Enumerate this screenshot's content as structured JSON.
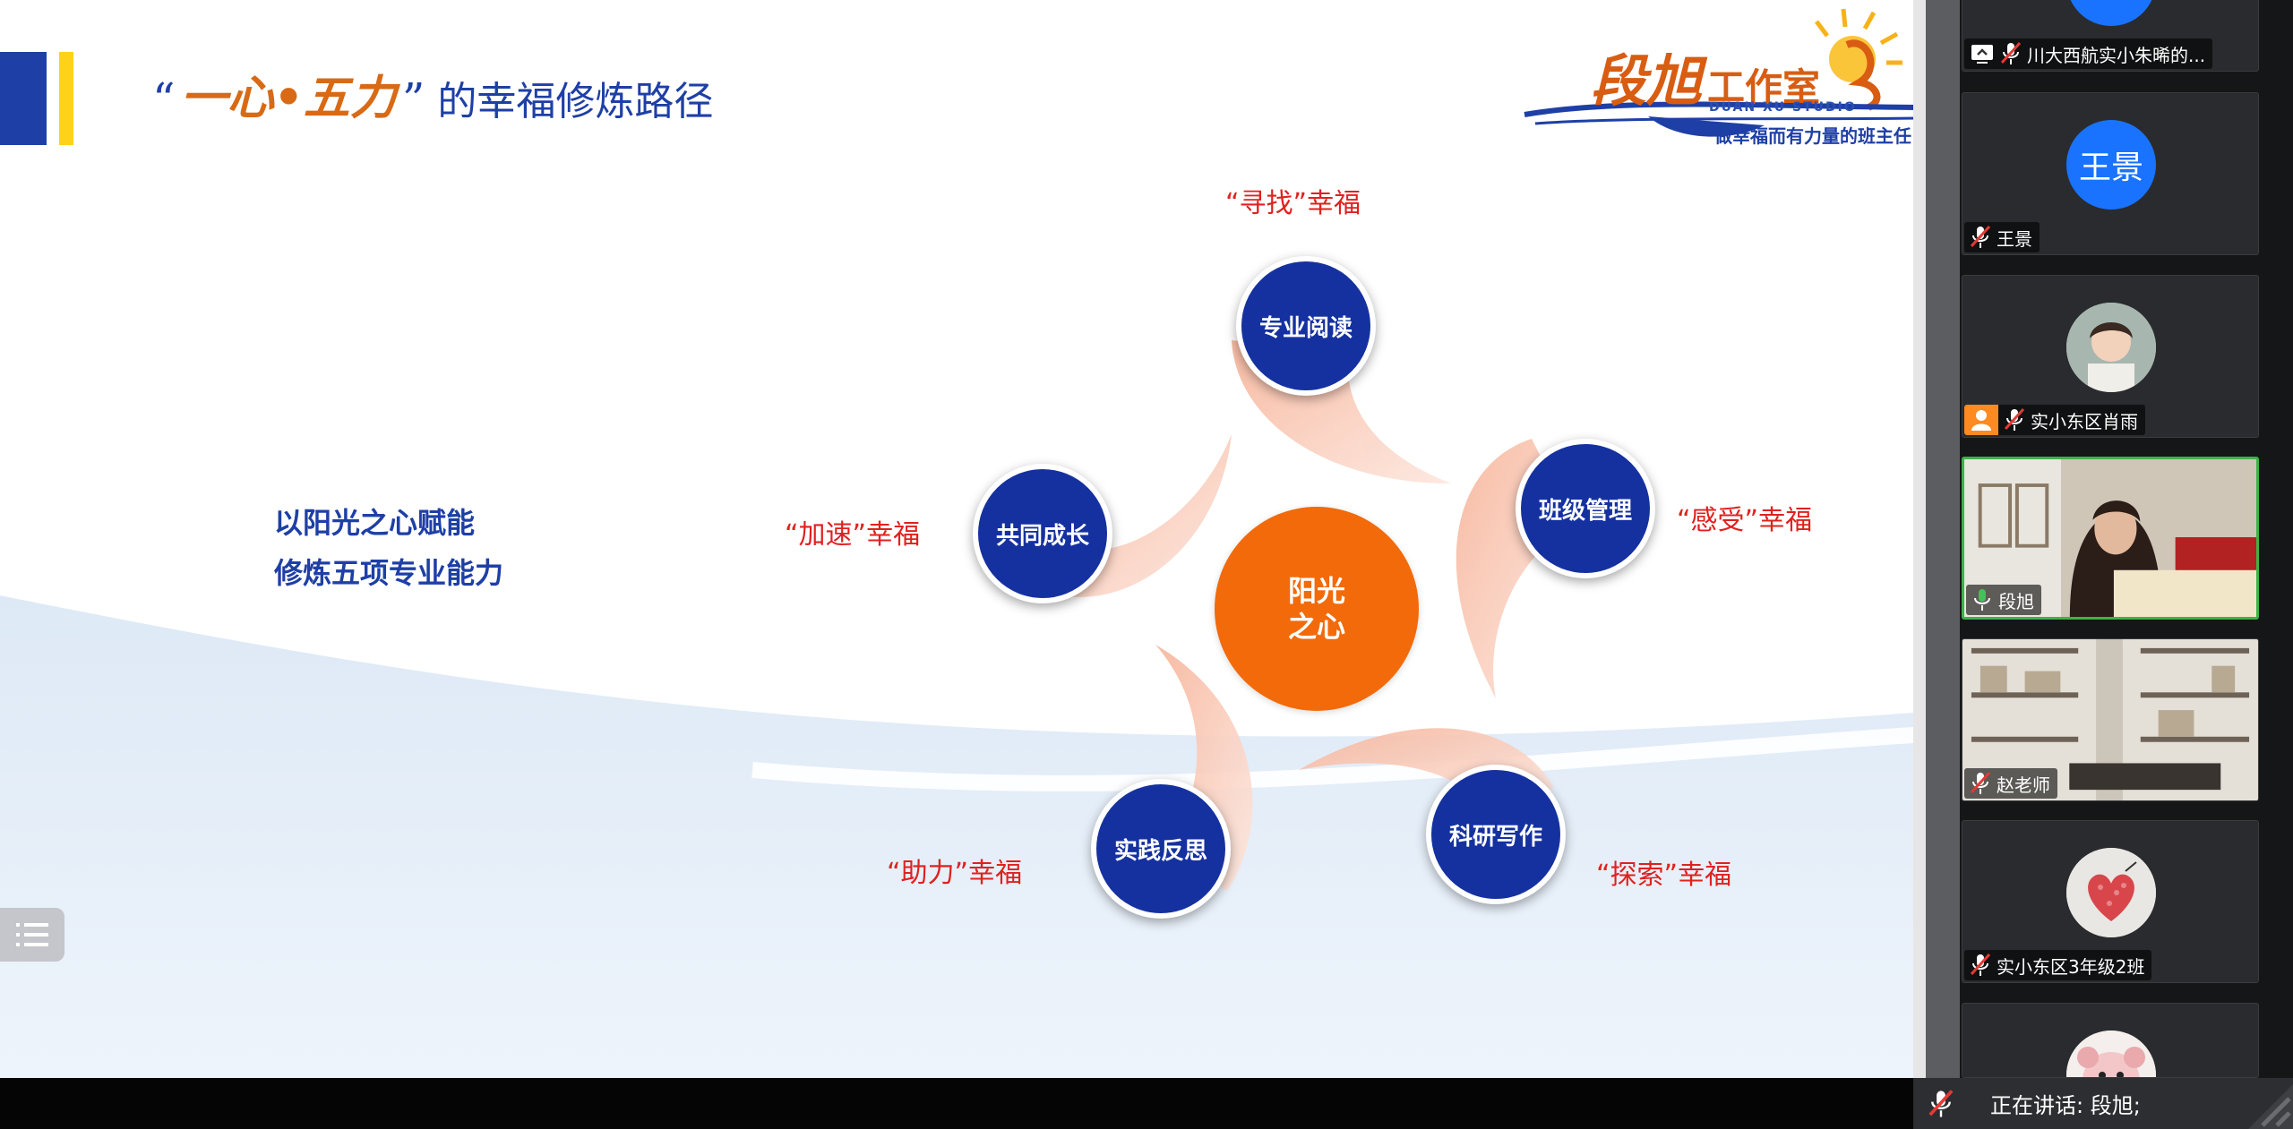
{
  "slide": {
    "title_open_quote": "“",
    "title_highlight": "一心•五力",
    "title_close_quote": "”",
    "title_rest": "的幸福修炼路径",
    "logo_brand_big": "段旭",
    "logo_brand_small": "工作室",
    "logo_english": "DUAN XU STUDIO",
    "logo_slogan": "做幸福而有力量的班主任",
    "left_line1": "以阳光之心赋能",
    "left_line2": "修炼五项专业能力",
    "center_line1": "阳光",
    "center_line2": "之心",
    "nodes": {
      "reading": "专业阅读",
      "class_management": "班级管理",
      "research_writing": "科研写作",
      "practice_reflection": "实践反思",
      "growing_together": "共同成长"
    },
    "labels": {
      "reading": "“寻找”幸福",
      "class_management": "“感受”幸福",
      "research_writing": "“探索”幸福",
      "practice_reflection": "“助力”幸福",
      "growing_together": "“加速”幸福"
    },
    "colors": {
      "brand_blue": "#1531a0",
      "center_orange": "#f26a0a",
      "label_red": "#e0211f"
    }
  },
  "participants": [
    {
      "name": "川大西航实小朱晞的...",
      "muted": true,
      "sharing": true,
      "avatar_type": "blue-circle"
    },
    {
      "name": "王景",
      "muted": true,
      "avatar_text": "王景",
      "avatar_type": "blue-circle"
    },
    {
      "name": "实小东区肖雨",
      "muted": true,
      "host": true,
      "avatar_type": "photo"
    },
    {
      "name": "段旭",
      "muted": false,
      "speaking": true,
      "avatar_type": "video"
    },
    {
      "name": "赵老师",
      "muted": true,
      "avatar_type": "video"
    },
    {
      "name": "实小东区3年级2班",
      "muted": true,
      "avatar_type": "photo"
    },
    {
      "name": "",
      "muted": true,
      "avatar_type": "photo"
    }
  ],
  "status_bar": {
    "speaking_text": "正在讲话: 段旭;"
  }
}
